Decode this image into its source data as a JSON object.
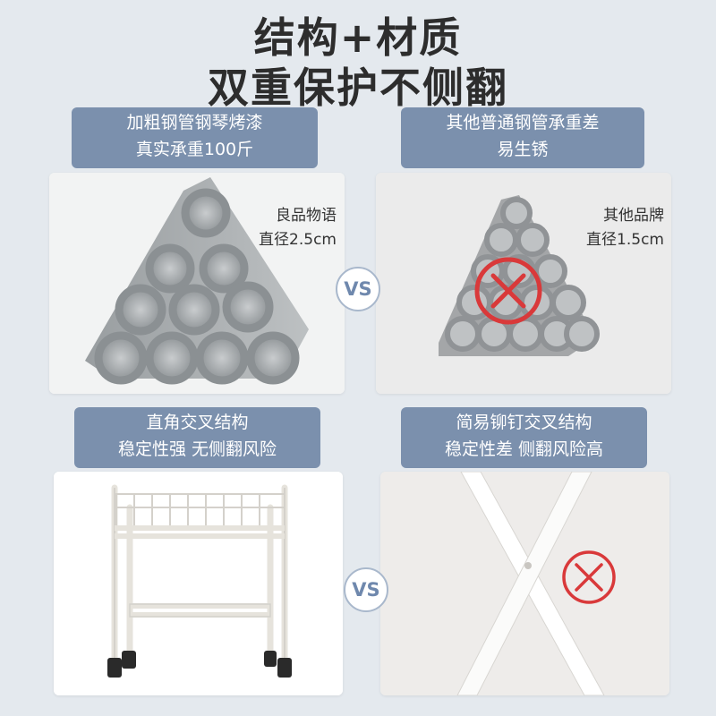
{
  "title": {
    "line1": "结构+材质",
    "line2": "双重保护不侧翻"
  },
  "vs_label": "VS",
  "top_left": {
    "banner_line1": "加粗钢管钢琴烤漆",
    "banner_line2": "真实承重100斤",
    "brand": "良品物语",
    "diameter": "直径2.5cm"
  },
  "top_right": {
    "banner_line1": "其他普通钢管承重差",
    "banner_line2": "易生锈",
    "brand": "其他品牌",
    "diameter": "直径1.5cm"
  },
  "bottom_left": {
    "banner_line1": "直角交叉结构",
    "banner_line2": "稳定性强 无侧翻风险"
  },
  "bottom_right": {
    "banner_line1": "简易铆钉交叉结构",
    "banner_line2": "稳定性差 侧翻风险高"
  },
  "colors": {
    "banner": "#7b90ad",
    "background": "#e4e9ee",
    "vs_text": "#6f88ad",
    "cross": "#d9393a"
  },
  "icons": [
    "cross-icon",
    "vs-badge"
  ]
}
